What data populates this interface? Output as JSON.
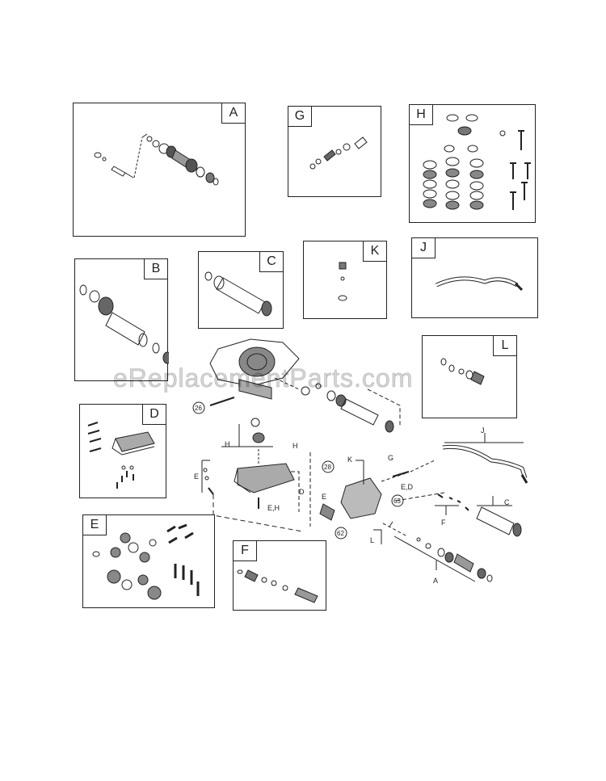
{
  "watermark": "eReplacementParts.com",
  "kits": [
    {
      "id": "A",
      "label": "A"
    },
    {
      "id": "G",
      "label": "G"
    },
    {
      "id": "H",
      "label": "H"
    },
    {
      "id": "B",
      "label": "B"
    },
    {
      "id": "C",
      "label": "C"
    },
    {
      "id": "K",
      "label": "K"
    },
    {
      "id": "J",
      "label": "J"
    },
    {
      "id": "L",
      "label": "L"
    },
    {
      "id": "D",
      "label": "D"
    },
    {
      "id": "E",
      "label": "E"
    },
    {
      "id": "F",
      "label": "F"
    }
  ],
  "assembly_labels": {
    "h_left": "H",
    "h_right": "H",
    "e_left": "E",
    "d_right": "D",
    "eh": "E,H",
    "k": "K",
    "g": "G",
    "j": "J",
    "ed": "E,D",
    "e_mid": "E",
    "f": "F",
    "c": "C",
    "l": "L",
    "a": "A"
  },
  "callouts": {
    "c26": "26",
    "c28": "28",
    "c63": "63",
    "c62": "62"
  }
}
